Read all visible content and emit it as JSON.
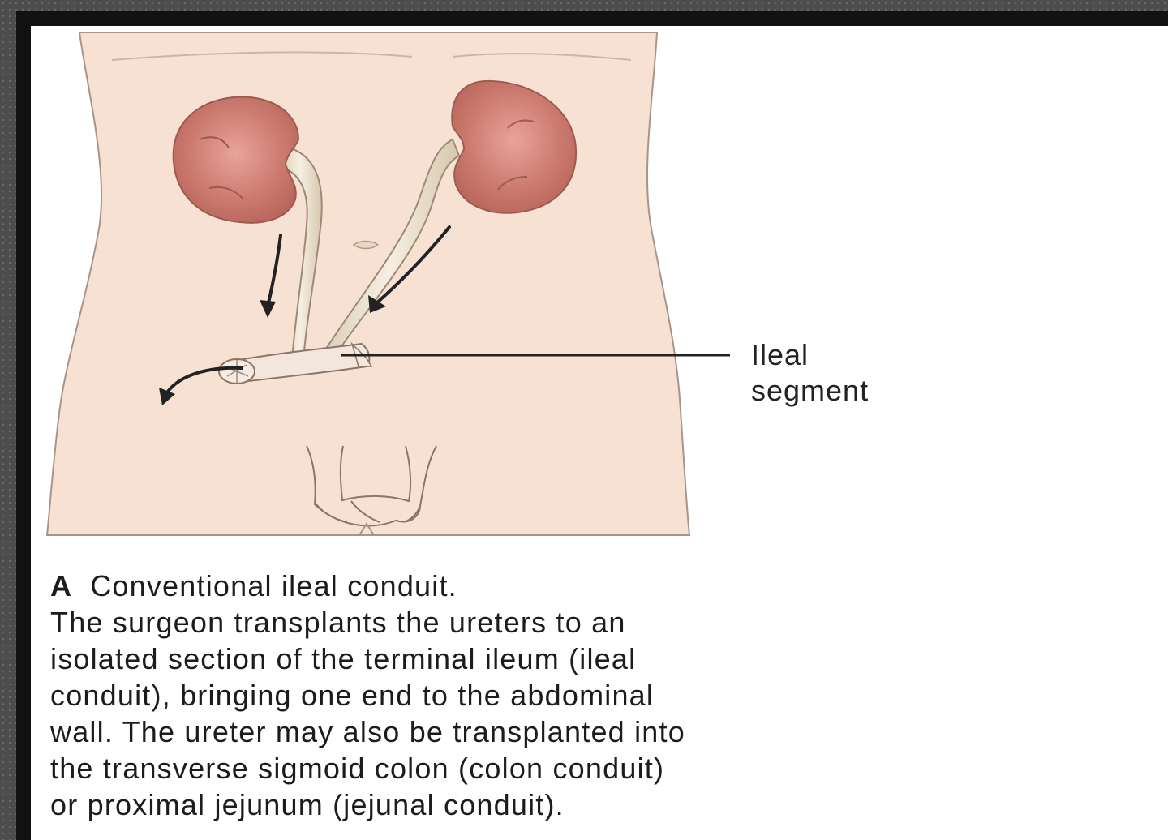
{
  "figure": {
    "label_ileal": "Ileal",
    "label_segment": "segment",
    "caption_letter": "A",
    "caption_title": "Conventional ileal conduit.",
    "caption_lines": [
      "The surgeon transplants the ureters to an",
      "isolated section of the terminal ileum (ileal",
      "conduit), bringing one end to the abdominal",
      "wall. The ureter may also be transplanted into",
      "the transverse sigmoid colon (colon conduit)",
      "or proximal jejunum (jejunal conduit)."
    ]
  },
  "colors": {
    "skin": "#f6e1d3",
    "kidney": "#c8766a",
    "ureter": "#ece2cf",
    "outline": "#8c7468"
  }
}
